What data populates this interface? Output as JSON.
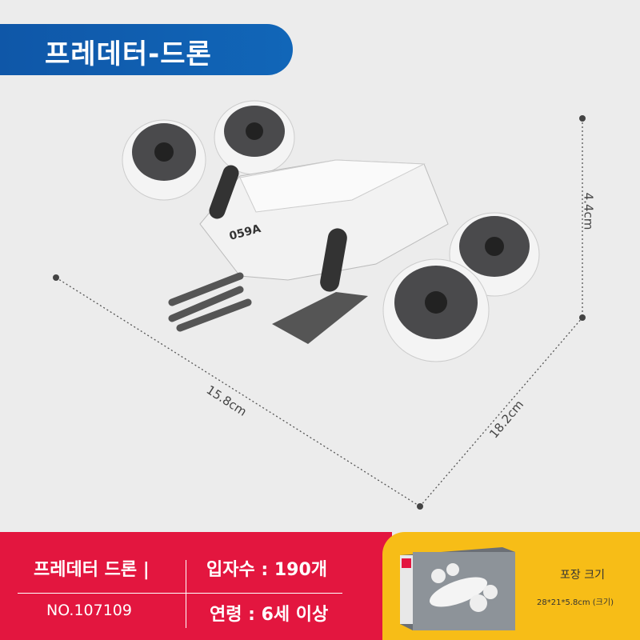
{
  "title": "프레데터-드론",
  "dimensions": {
    "length": "15.8cm",
    "width": "18.2cm",
    "height": "4.4cm"
  },
  "drone_marking": "059A",
  "info": {
    "name": "프레데터 드론 |",
    "pieces": "입자수 : 190개",
    "model_no": "NO.107109",
    "age": "연령 : 6세 이상"
  },
  "package": {
    "label": "포장 크기",
    "size": "28*21*5.8cm (크기)"
  },
  "colors": {
    "blue": "#0f57a8",
    "red": "#e3163f",
    "yellow": "#f7bd17"
  }
}
